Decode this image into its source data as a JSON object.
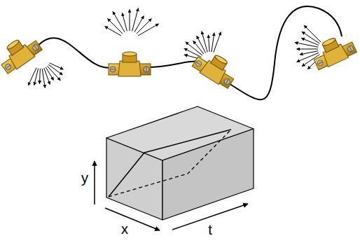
{
  "diagram": {
    "labels": [
      "y",
      "x",
      "t"
    ]
  }
}
